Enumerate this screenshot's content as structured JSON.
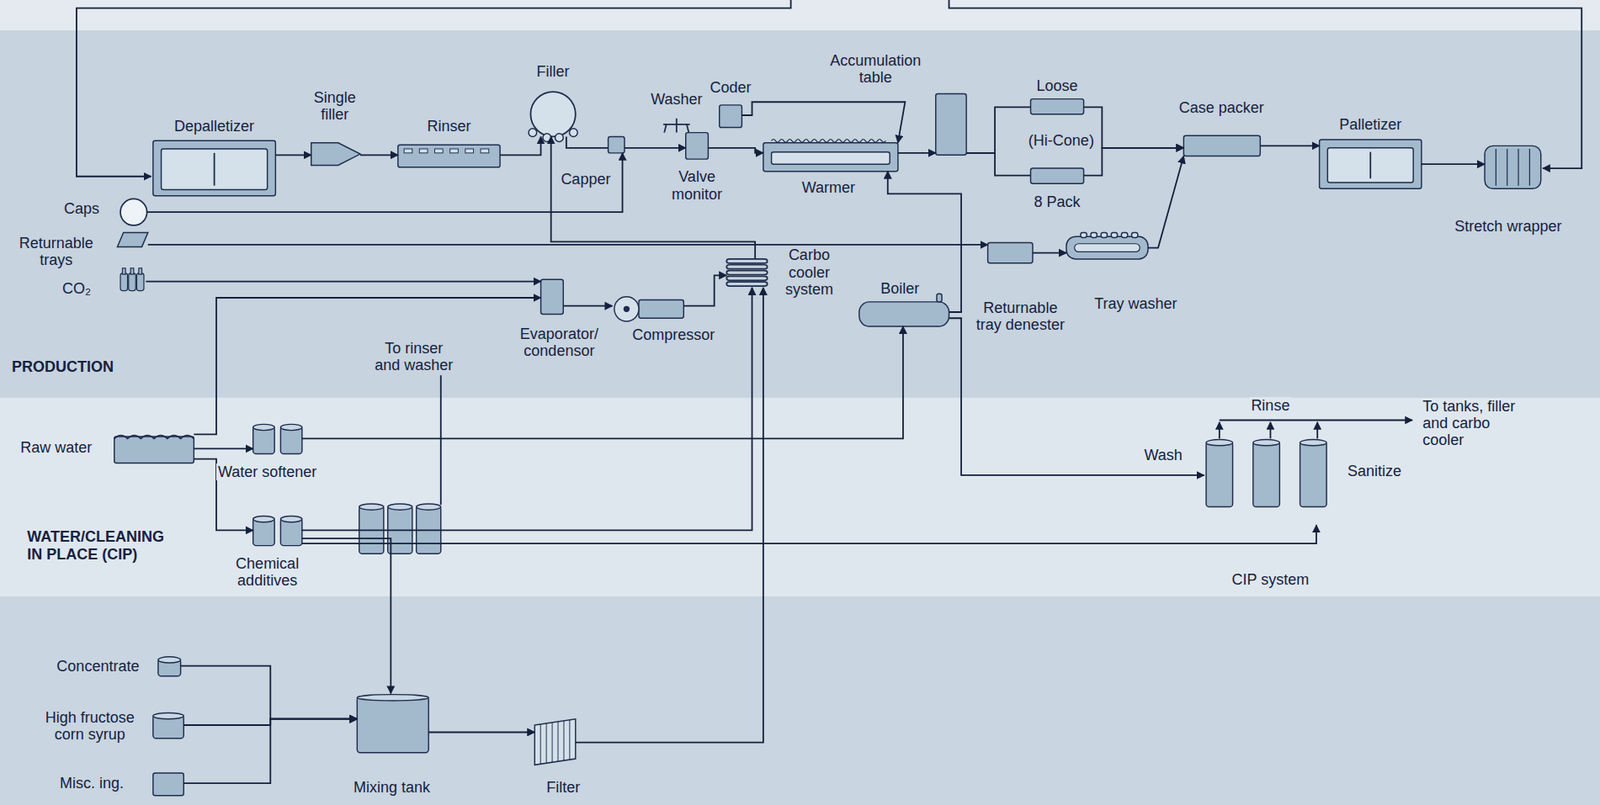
{
  "diagram": {
    "nodes": [
      {
        "text": [
          "Depalletizer"
        ]
      },
      {
        "text": [
          "Single filler"
        ]
      },
      {
        "text": [
          "Rinser"
        ]
      },
      {
        "text": [
          "Filler"
        ]
      },
      {
        "text": [
          "Capper"
        ]
      },
      {
        "text": [
          "Washer"
        ]
      },
      {
        "text": [
          "Valve monitor"
        ]
      },
      {
        "text": [
          "Coder"
        ]
      },
      {
        "text": [
          "Warmer"
        ]
      },
      {
        "text": [
          "Accumulation table"
        ]
      },
      {
        "text": [
          "Loose",
          "(Hi-Cone)"
        ]
      },
      {
        "text": [
          "8 Pack"
        ]
      },
      {
        "text": [
          "Case packer"
        ]
      },
      {
        "text": [
          "Palletizer"
        ]
      },
      {
        "text": [
          "Stretch wrapper"
        ]
      },
      {
        "text": [
          "Caps"
        ]
      },
      {
        "text": [
          "Returnable trays"
        ]
      },
      {
        "text": [
          "CO₂"
        ]
      },
      {
        "text": [
          "Evaporator/ condensor"
        ]
      },
      {
        "text": [
          "Compressor"
        ]
      },
      {
        "text": [
          "Carbo cooler system"
        ]
      },
      {
        "text": [
          "Boiler"
        ]
      },
      {
        "text": [
          "Returnable tray denester"
        ]
      },
      {
        "text": [
          "Tray washer"
        ]
      },
      {
        "text": [
          "Raw water"
        ]
      },
      {
        "text": [
          "Water softener"
        ]
      },
      {
        "text": [
          "Chemical additives"
        ]
      },
      {
        "text": [
          "Wash",
          "Rinse",
          "Sanitize",
          "CIP system"
        ]
      },
      {
        "text": [
          "Concentrate"
        ]
      },
      {
        "text": [
          "High fructose corn syrup"
        ]
      },
      {
        "text": [
          "Misc. ing."
        ]
      },
      {
        "text": [
          "Mixing tank"
        ]
      },
      {
        "text": [
          "Filter"
        ]
      }
    ],
    "edges": [
      {
        "from": 0,
        "to": 1,
        "arrow": "to"
      },
      {
        "from": 1,
        "to": 2,
        "arrow": "to"
      },
      {
        "from": 2,
        "to": 3,
        "arrow": "to"
      },
      {
        "from": 3,
        "to": 4,
        "arrow": "none"
      },
      {
        "from": 4,
        "to": 6,
        "arrow": "to"
      },
      {
        "from": 6,
        "to": 8,
        "arrow": "to"
      },
      {
        "from": 7,
        "to": 8,
        "arrow": "to"
      },
      {
        "from": 8,
        "to": 9,
        "arrow": "to"
      },
      {
        "from": 9,
        "to": 10,
        "arrow": "none"
      },
      {
        "from": 9,
        "to": 11,
        "arrow": "none"
      },
      {
        "from": 10,
        "to": 12,
        "arrow": "to"
      },
      {
        "from": 11,
        "to": 12,
        "arrow": "to"
      },
      {
        "from": 12,
        "to": 13,
        "arrow": "to"
      },
      {
        "from": 13,
        "to": 14,
        "arrow": "to"
      },
      {
        "from": 15,
        "to": 4,
        "arrow": "to"
      },
      {
        "from": 16,
        "to": 22,
        "arrow": "to"
      },
      {
        "from": 22,
        "to": 23,
        "arrow": "to"
      },
      {
        "from": 23,
        "to": 12,
        "arrow": "to"
      },
      {
        "from": 17,
        "to": 18,
        "arrow": "to"
      },
      {
        "from": 24,
        "to": 18,
        "arrow": "to"
      },
      {
        "from": 18,
        "to": 19,
        "arrow": "to"
      },
      {
        "from": 19,
        "to": 20,
        "arrow": "to"
      },
      {
        "from": 20,
        "to": 3,
        "arrow": "to"
      },
      {
        "from": 24,
        "to": 25,
        "arrow": "to"
      },
      {
        "from": 25,
        "to": 21,
        "arrow": "to"
      },
      {
        "from": 24,
        "to": 26,
        "arrow": "to"
      },
      {
        "from": 26,
        "to": 20,
        "arrow": "to"
      },
      {
        "from": 26,
        "to": 31,
        "arrow": "to"
      },
      {
        "from": 26,
        "to": 27,
        "arrow": "to"
      },
      {
        "from": 21,
        "to": 8,
        "arrow": "to"
      },
      {
        "from": 21,
        "to": 27,
        "arrow": "to"
      },
      {
        "from": 28,
        "to": 31,
        "arrow": "to"
      },
      {
        "from": 29,
        "to": 31,
        "arrow": "to"
      },
      {
        "from": 30,
        "to": 31,
        "arrow": "to"
      },
      {
        "from": 31,
        "to": 32,
        "arrow": "to"
      },
      {
        "from": 32,
        "to": 20,
        "arrow": "to"
      }
    ],
    "labels": [
      "PRODUCTION",
      "WATER/CLEANING IN PLACE (CIP)",
      "To rinser and washer",
      "To tanks, filler and carbo cooler"
    ]
  }
}
